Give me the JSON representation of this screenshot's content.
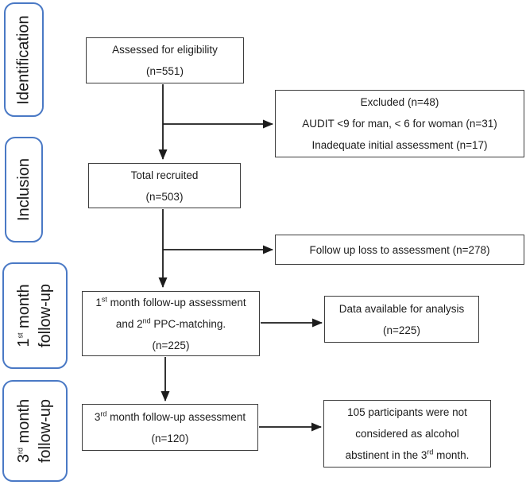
{
  "colors": {
    "stage_border": "#4a79c5",
    "box_border": "#3d3d3d",
    "text": "#1c1c1c",
    "arrow": "#1c1c1c",
    "background": "#ffffff"
  },
  "stage_labels": [
    {
      "id": "identification",
      "lines": [
        {
          "pre": "Identification",
          "sup": "",
          "post": ""
        }
      ]
    },
    {
      "id": "inclusion",
      "lines": [
        {
          "pre": "Inclusion",
          "sup": "",
          "post": ""
        }
      ]
    },
    {
      "id": "first-month-follow-up",
      "lines": [
        {
          "pre": "1",
          "sup": "st",
          "post": " month"
        },
        {
          "pre": "follow-up",
          "sup": "",
          "post": ""
        }
      ]
    },
    {
      "id": "third-month-follow-up",
      "lines": [
        {
          "pre": "3",
          "sup": "rd",
          "post": " month"
        },
        {
          "pre": "follow-up",
          "sup": "",
          "post": ""
        }
      ]
    }
  ],
  "flow_boxes": {
    "assessed": {
      "lines": [
        {
          "pre": "Assessed for eligibility",
          "sup": "",
          "post": ""
        },
        {
          "pre": "(n=551)",
          "sup": "",
          "post": ""
        }
      ]
    },
    "excluded": {
      "lines": [
        {
          "pre": "Excluded (n=48)",
          "sup": "",
          "post": ""
        },
        {
          "pre": "AUDIT <9 for man, < 6 for woman (n=31)",
          "sup": "",
          "post": ""
        },
        {
          "pre": "Inadequate initial assessment (n=17)",
          "sup": "",
          "post": ""
        }
      ]
    },
    "recruited": {
      "lines": [
        {
          "pre": "Total recruited",
          "sup": "",
          "post": ""
        },
        {
          "pre": "(n=503)",
          "sup": "",
          "post": ""
        }
      ]
    },
    "followup_loss": {
      "lines": [
        {
          "pre": "Follow up loss to assessment (n=278)",
          "sup": "",
          "post": ""
        }
      ]
    },
    "month1_assessment": {
      "lines": [
        {
          "pre": "1",
          "sup": "st",
          "post": " month follow-up assessment"
        },
        {
          "pre": "and 2",
          "sup": "nd",
          "post": " PPC-matching."
        },
        {
          "pre": "(n=225)",
          "sup": "",
          "post": ""
        }
      ]
    },
    "data_available": {
      "lines": [
        {
          "pre": "Data available for analysis",
          "sup": "",
          "post": ""
        },
        {
          "pre": "(n=225)",
          "sup": "",
          "post": ""
        }
      ]
    },
    "month3_assessment": {
      "lines": [
        {
          "pre": "3",
          "sup": "rd",
          "post": " month follow-up assessment"
        },
        {
          "pre": "(n=120)",
          "sup": "",
          "post": ""
        }
      ]
    },
    "not_abstinent": {
      "lines": [
        {
          "pre": "105 participants were not",
          "sup": "",
          "post": ""
        },
        {
          "pre": "considered as alcohol",
          "sup": "",
          "post": ""
        },
        {
          "pre": "abstinent in the 3",
          "sup": "rd",
          "post": " month."
        }
      ]
    }
  }
}
